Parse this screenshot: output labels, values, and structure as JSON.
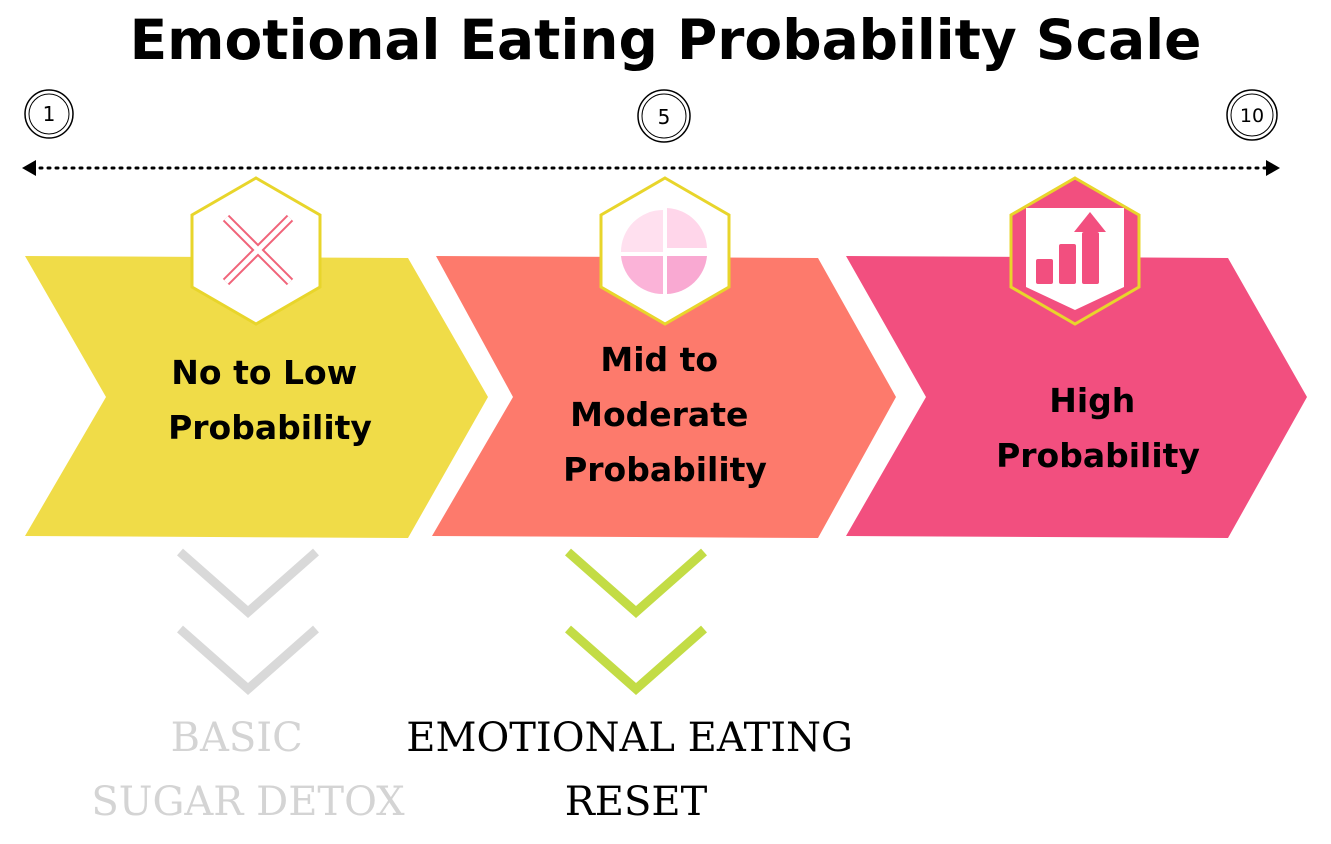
{
  "title": "Emotional Eating Probability Scale",
  "scale": {
    "markers": [
      "1",
      "5",
      "10"
    ]
  },
  "stages": [
    {
      "lines": [
        "No to Low",
        "Probability"
      ],
      "color": "#f0dc48",
      "icon": "cross-icon"
    },
    {
      "lines": [
        "Mid to",
        "Moderate",
        "Probability"
      ],
      "color": "#fd7a6c",
      "icon": "pie-chart-icon"
    },
    {
      "lines": [
        "High",
        "Probability"
      ],
      "color": "#f24f7f",
      "icon": "bar-chart-arrow-icon"
    }
  ],
  "programs": [
    {
      "lines": [
        "BASIC",
        "SUGAR DETOX"
      ],
      "color": "#d9d9d9",
      "text_color": "#d4d4d4"
    },
    {
      "lines": [
        "EMOTIONAL EATING",
        "RESET"
      ],
      "color": "#c3dc45",
      "text_color": "#000000"
    }
  ],
  "colors": {
    "hexagon_outline": "#e8d52b",
    "scale_line": "#000000"
  }
}
